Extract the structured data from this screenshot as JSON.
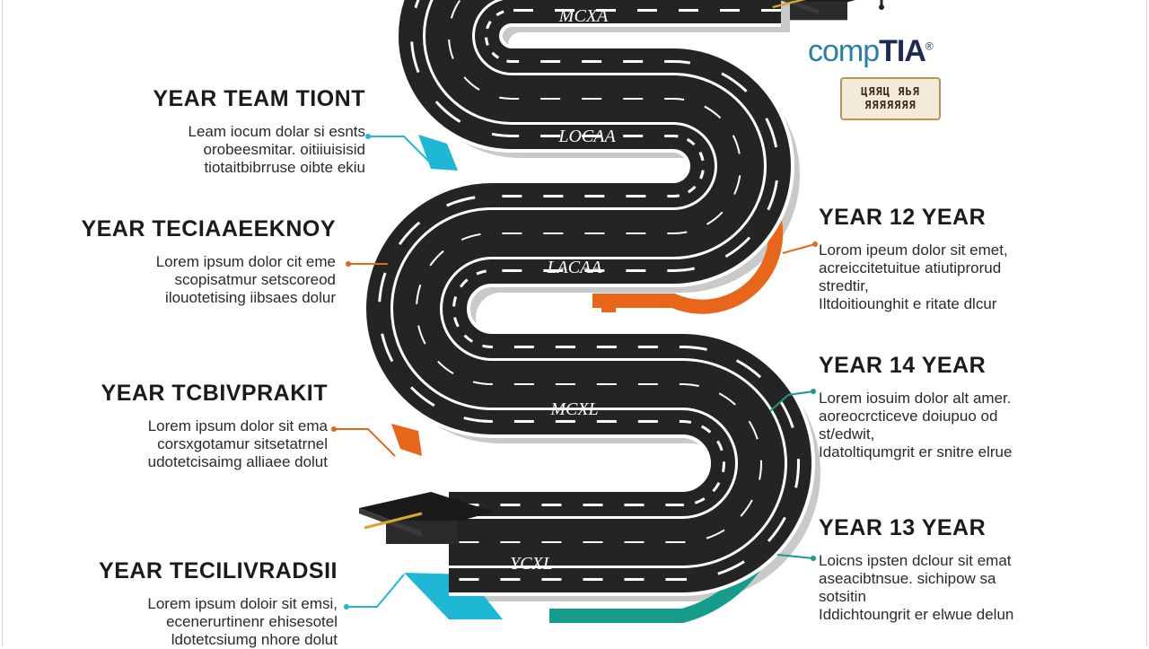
{
  "left_stages": [
    {
      "title": "YEAR TEAM TIONT",
      "lines": [
        "Leam iocum dolar si esnts",
        "orobeesmitar. oitiiuisisid",
        "tiotaitbibrruse oibte ekiu"
      ]
    },
    {
      "title": "YEAR TECIAAEEKNOY",
      "lines": [
        "Lorem ipsum dolor cit eme",
        "scopisatmur setscoreod",
        "ilouotetising iibsaes dolur"
      ]
    },
    {
      "title": "YEAR TCBIVPRAKIT",
      "lines": [
        "Lorem ipsum dolor sit ema",
        "corsxgotamur sitsetatrnel",
        "udotetcisaimg alliaee dolut"
      ]
    },
    {
      "title": "YEAR TECILIVRADSII",
      "lines": [
        "Lorem ipsum doloir sit emsi,",
        "ecenerurtinenr ehisesotel",
        "ldotetcsiumg nhore dolut"
      ]
    }
  ],
  "right_stages": [
    {
      "title": "YEAR 12 YEAR",
      "lines": [
        "Lorom ipeum dolor sit emet,",
        "acreiccitetuitue atiutiprorud",
        "stredtir,",
        "Iltdoitiounghit e ritate dlcur"
      ]
    },
    {
      "title": "YEAR 14 YEAR",
      "lines": [
        "Lorem iosuim dolor alt amer.",
        "aoreocrcticeve doiupuo od",
        "st/edwit,",
        "Idatoltiqumgrit er snitre elrue"
      ]
    },
    {
      "title": "YEAR 13 YEAR",
      "lines": [
        "Loicns ipsten dclour sit emat",
        "aseacibtnsue. sichipow sa",
        "sotsitin",
        "Iddichtoungrit er elwue delun"
      ]
    }
  ],
  "road_labels": [
    "MCXA",
    "LOCAA",
    "LACAA",
    "MCXL",
    "YCXL"
  ],
  "logo": {
    "prefix": "comp",
    "brand": "TIA",
    "mark": "®",
    "badge_line1": "ЦЯЯЦ ЯЬЯ",
    "badge_line2": "ЯЯЯЯЯЯЯ"
  },
  "colors": {
    "road": "#242424",
    "road_edge": "#ffffff",
    "shadow": "#c9c9c9",
    "orange": "#e8661a",
    "teal": "#159c8b",
    "cyan": "#1fb7d6",
    "cap": "#1a1a1a",
    "tassel": "#d6a636"
  },
  "icons": [
    "graduation-cap-icon",
    "graduation-cap-icon"
  ]
}
